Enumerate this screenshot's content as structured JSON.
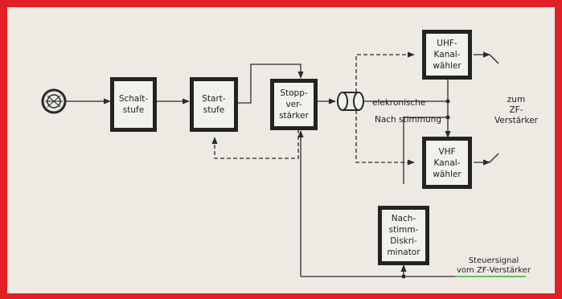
{
  "blocks": {
    "schaltstufe": "Schalt-\nstufe",
    "startstufe": "Start-\nstufe",
    "stoppverstaerker": "Stopp-\nver-\nstärker",
    "uhf": "UHF-\nKanal-\nwähler",
    "vhf": "VHF\nKanal-\nwähler",
    "diskriminator": "Nach-\nstimm-\nDiskri-\nminator"
  },
  "labels": {
    "elektronische": "elekronische",
    "nachstimmung": "Nach stimmung",
    "zum_zf": "zum\nZF-\nVerstärker",
    "steuersignal": "Steuersignal\nvom ZF-Verstärker"
  },
  "colors": {
    "border": "#e21e26",
    "background": "#eceae3",
    "line": "#2a2a2a",
    "signal": "#3cae3c"
  }
}
